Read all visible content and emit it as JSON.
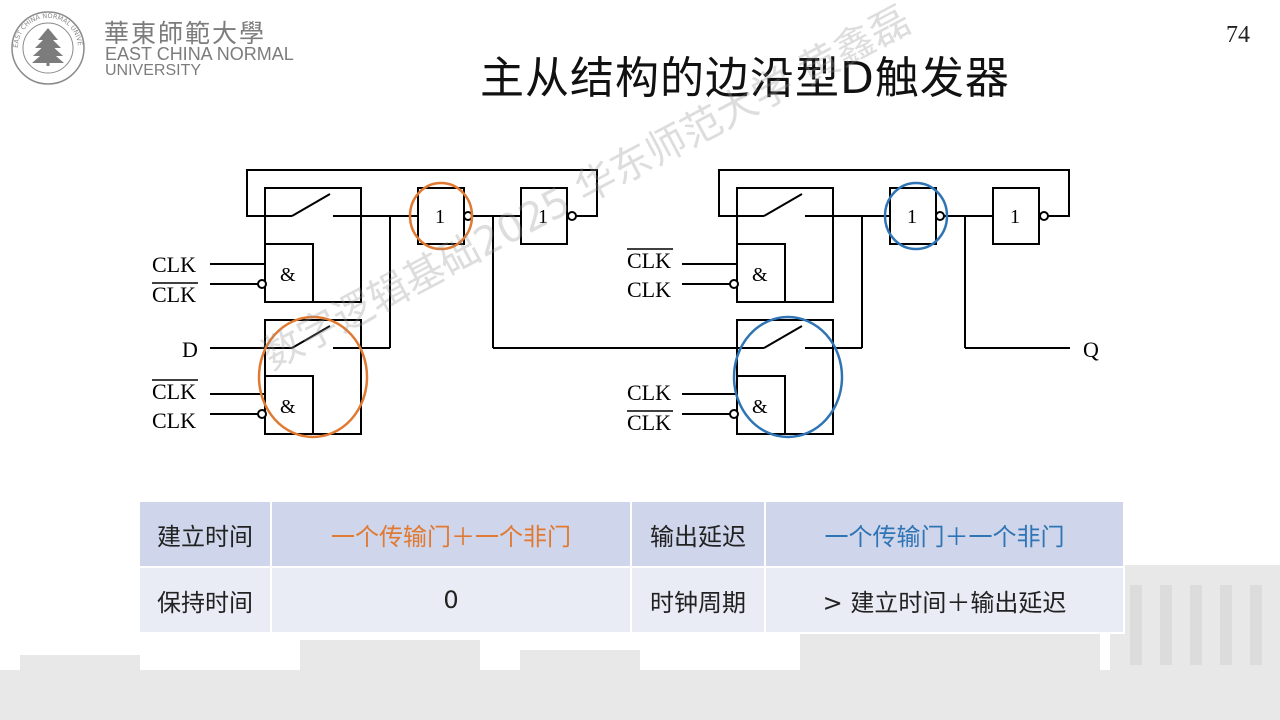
{
  "header": {
    "logo_cn": "華東師範大學",
    "logo_en_line1": "EAST CHINA NORMAL",
    "logo_en_line2": "UNIVERSITY",
    "seal_text": "EAST CHINA NORMAL UNIVERSITY · 華東師範大學"
  },
  "page_number": "74",
  "title": "主从结构的边沿型D触发器",
  "diagram": {
    "left": {
      "clk_top": "CLK",
      "clk_bar_top": "CLK",
      "d": "D",
      "clk_bar_bottom": "CLK",
      "clk_bottom": "CLK",
      "and_top": "&",
      "and_bottom": "&",
      "not1": "1",
      "not2": "1"
    },
    "right": {
      "clk_bar_top": "CLK",
      "clk_top": "CLK",
      "clk_bottom": "CLK",
      "clk_bar_bottom": "CLK",
      "q": "Q",
      "and_top": "&",
      "and_bottom": "&",
      "not1": "1",
      "not2": "1"
    },
    "colors": {
      "left_highlight": "#e07a33",
      "right_highlight": "#2f74b5",
      "wire": "#000000"
    }
  },
  "watermark": "数字逻辑基础2025 华东师范大学 黄鑫磊",
  "table": {
    "rows": [
      {
        "label1": "建立时间",
        "value1": "一个传输门＋一个非门",
        "label2": "输出延迟",
        "value2": "一个传输门＋一个非门"
      },
      {
        "label1": "保持时间",
        "value1": "0",
        "label2": "时钟周期",
        "value2": "> 建立时间＋输出延迟"
      }
    ]
  }
}
